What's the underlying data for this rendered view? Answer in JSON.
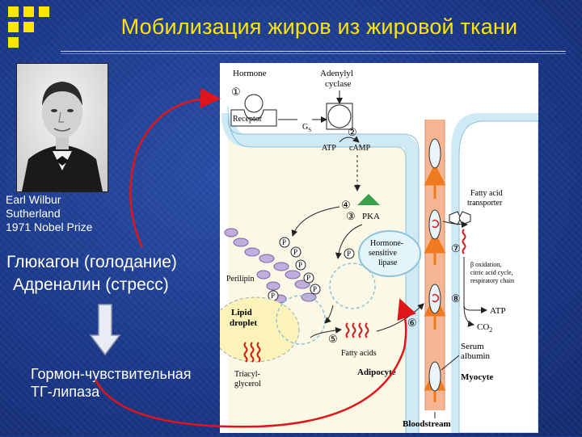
{
  "slide": {
    "title": "Мобилизация жиров из жировой ткани",
    "photo_caption": [
      "Earl Wilbur",
      "Sutherland",
      "1971 Nobel Prize"
    ],
    "hormones": [
      "Глюкагон (голодание)",
      "Адреналин (стресс)"
    ],
    "enzyme": [
      "Гормон-чувствительная",
      "ТГ-липаза"
    ]
  },
  "colors": {
    "background": "#1c3a8a",
    "title": "#ffe600",
    "arrows": "#e0141b",
    "adipocyte": "#fbf8e6",
    "membrane": "#cfe9f5",
    "bloodstream": "#f4b693",
    "flow_arrow": "#f07a20"
  },
  "diagram": {
    "hormone": "Hormone",
    "adenylyl_cyclase": [
      "Adenylyl",
      "cyclase"
    ],
    "receptor": "Receptor",
    "gs": "G",
    "gs_sub": "S",
    "atp": "ATP",
    "camp": "cAMP",
    "pka": "PKA",
    "perilipin": "Perilipin",
    "lipid_droplet": [
      "Lipid",
      "droplet"
    ],
    "hsl": [
      "Hormone-",
      "sensitive",
      "lipase"
    ],
    "triacylglycerol": [
      "Triacyl-",
      "glycerol"
    ],
    "fatty_acids": "Fatty acids",
    "adipocyte": "Adipocyte",
    "fatty_acid_transporter": [
      "Fatty acid",
      "transporter"
    ],
    "beta_oxidation": [
      "β oxidation,",
      "citric acid cycle,",
      "respiratory chain"
    ],
    "atp_out": "ATP",
    "co2": "CO",
    "co2_sub": "2",
    "serum_albumin": [
      "Serum",
      "albumin"
    ],
    "myocyte": "Myocyte",
    "bloodstream": "Bloodstream",
    "phospho": "P",
    "steps": [
      "①",
      "②",
      "③",
      "④",
      "⑤",
      "⑥",
      "⑦",
      "⑧"
    ]
  }
}
